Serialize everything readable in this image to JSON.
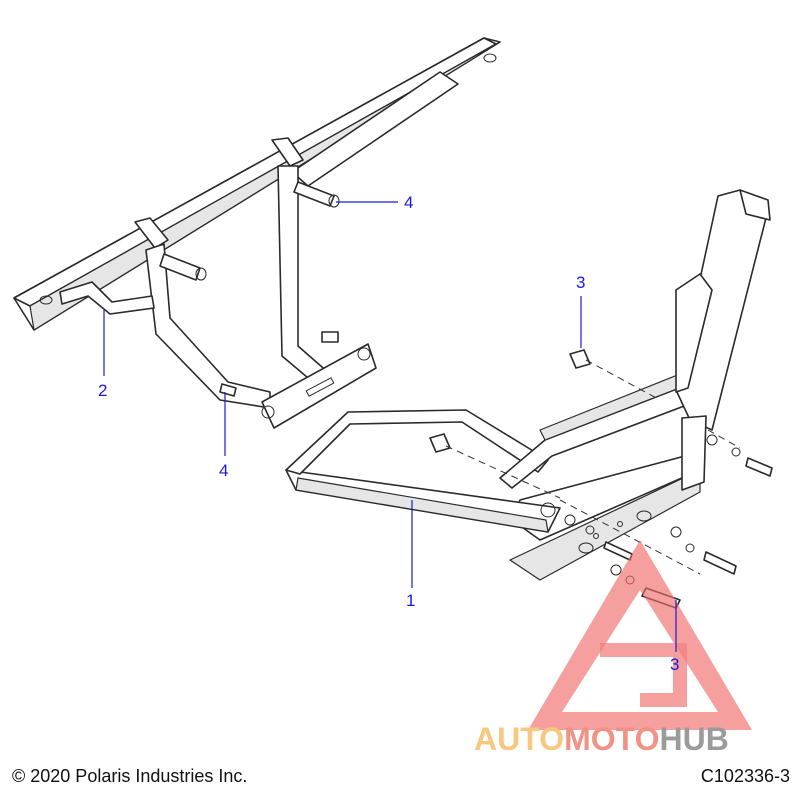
{
  "callouts": [
    {
      "id": "c1",
      "label": "1"
    },
    {
      "id": "c2",
      "label": "2"
    },
    {
      "id": "c3a",
      "label": "3"
    },
    {
      "id": "c3b",
      "label": "3"
    },
    {
      "id": "c4a",
      "label": "4"
    },
    {
      "id": "c4b",
      "label": "4"
    }
  ],
  "footer": {
    "copyright": "© 2020 Polaris Industries Inc.",
    "drawing_id": "C102336-3"
  },
  "watermark": {
    "word_a": "AUTO",
    "word_b": "MOTO",
    "word_c": "HUB",
    "colors": {
      "triangle": "#ef6a6a",
      "auto": "#f6bf6a",
      "moto": "#ef8070",
      "hub": "#8a8a8a"
    }
  }
}
